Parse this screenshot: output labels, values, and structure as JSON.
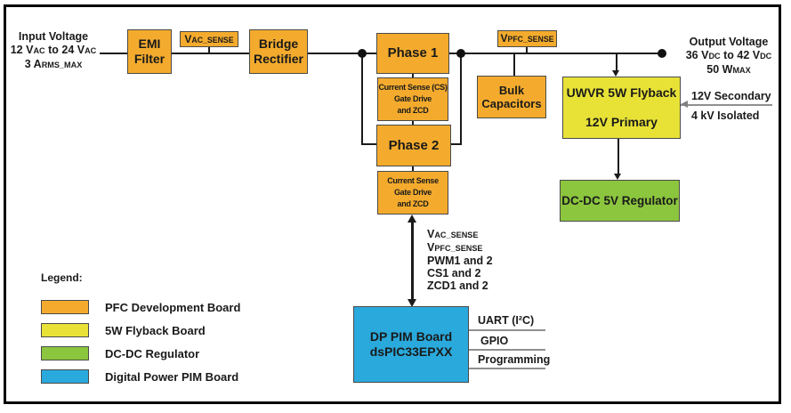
{
  "colors": {
    "pfc_orange": "#F4AB2D",
    "flyback_yellow": "#E8E237",
    "regulator_green": "#8CC63E",
    "pim_blue": "#2AA9DC"
  },
  "input_label": {
    "line1": "Input Voltage",
    "line2": [
      "12 V",
      "AC",
      " to 24 V",
      "AC"
    ],
    "line3": [
      "3 A",
      "RMS_MAX"
    ]
  },
  "output_label": {
    "line1": "Output Voltage",
    "line2": [
      "36 V",
      "DC",
      " to 42 V",
      "DC"
    ],
    "line3": [
      "50 W",
      "MAX"
    ]
  },
  "isolation_label": {
    "line1": "12V Secondary",
    "line2": "4 kV Isolated"
  },
  "blocks": {
    "emi": {
      "line1": "EMI",
      "line2": "Filter"
    },
    "vac_sense": [
      "V",
      "AC_SENSE"
    ],
    "bridge": {
      "line1": "Bridge",
      "line2": "Rectifier"
    },
    "phase1": "Phase 1",
    "cs1": {
      "line1": "Current Sense (CS)",
      "line2": "Gate Drive",
      "line3": "and ZCD"
    },
    "phase2": "Phase 2",
    "cs2": {
      "line1": "Current Sense",
      "line2": "Gate Drive",
      "line3": "and ZCD"
    },
    "vpfc_sense": [
      "V",
      "PFC_SENSE"
    ],
    "bulk": {
      "line1": "Bulk",
      "line2": "Capacitors"
    },
    "flyback": {
      "line1": "UWVR 5W Flyback",
      "line2": "12V Primary"
    },
    "dcdc": "DC-DC 5V Regulator",
    "pim": {
      "line1": "DP PIM Board",
      "line2": "dsPIC33EPXX"
    }
  },
  "signal_list": [
    [
      "V",
      "AC_SENSE"
    ],
    [
      "V",
      "PFC_SENSE"
    ],
    "PWM1 and 2",
    "CS1 and 2",
    "ZCD1 and 2"
  ],
  "pim_ports": [
    "UART (I²C)",
    "GPIO",
    "Programming"
  ],
  "legend": {
    "title": "Legend:",
    "items": [
      {
        "label": "PFC Development Board",
        "color": "#F4AB2D"
      },
      {
        "label": "5W Flyback Board",
        "color": "#E8E237"
      },
      {
        "label": "DC-DC Regulator",
        "color": "#8CC63E"
      },
      {
        "label": "Digital Power PIM Board",
        "color": "#2AA9DC"
      }
    ]
  }
}
